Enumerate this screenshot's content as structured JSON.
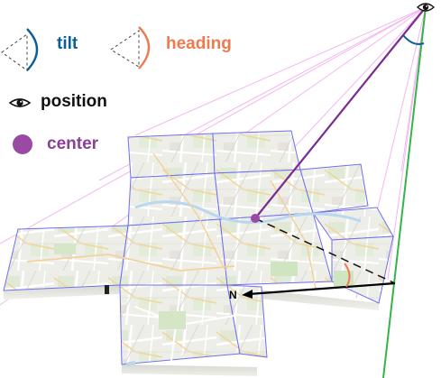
{
  "legend": {
    "tilt": {
      "label": "tilt",
      "color": "#0b5f99"
    },
    "heading": {
      "label": "heading",
      "color": "#ee7b4f"
    },
    "position": {
      "label": "position",
      "icon": "eye-icon"
    },
    "center": {
      "label": "center",
      "color": "#9a4aa3"
    }
  },
  "diagram": {
    "compass_label": "N",
    "map_tiles": "street-map-tiles",
    "frustum_color": "#f4b6f0",
    "view_line_color": "#7a2d8f",
    "vertical_line_color": "#33b54a",
    "tile_border_color": "#6f6ff0"
  }
}
